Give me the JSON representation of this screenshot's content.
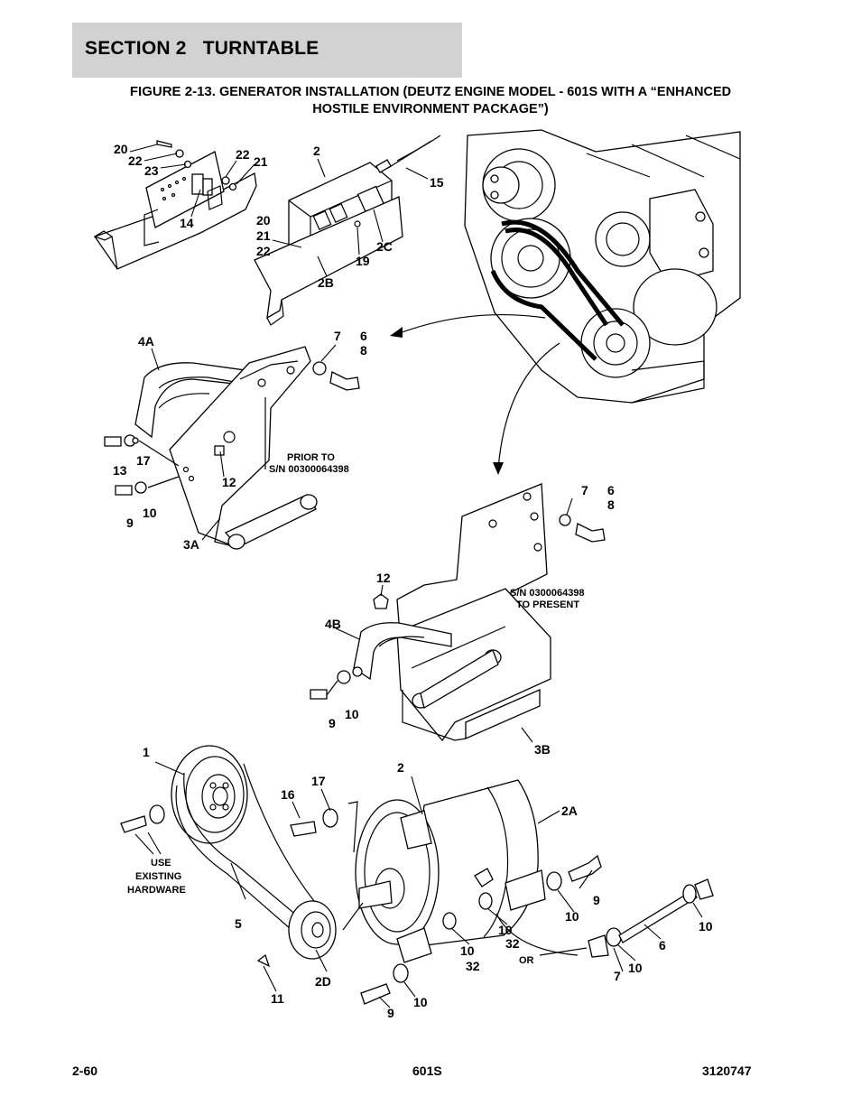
{
  "section": {
    "title": "SECTION 2   TURNTABLE"
  },
  "figure": {
    "number": "FIGURE 2-13.",
    "title_line1": "GENERATOR INSTALLATION (DEUTZ ENGINE MODEL - 601S WITH A “ENHANCED",
    "title_line2": "HOSTILE ENVIRONMENT PACKAGE”)"
  },
  "notes": {
    "prior_to_line1": "PRIOR TO",
    "prior_to_line2": "S/N 00300064398",
    "sn_present_line1": "S/N 0300064398",
    "sn_present_line2": "TO PRESENT",
    "use_existing_line1": "USE",
    "use_existing_line2": "EXISTING",
    "use_existing_line3": "HARDWARE",
    "or": "OR"
  },
  "callouts": {
    "c20a": "20",
    "c22a": "22",
    "c23": "23",
    "c22b": "22",
    "c21a": "21",
    "c14": "14",
    "c2a": "2",
    "c15": "15",
    "c20b": "20",
    "c21b": "21",
    "c22c": "22",
    "c2C": "2C",
    "c19": "19",
    "c2B": "2B",
    "c4A": "4A",
    "c7a": "7",
    "c6a": "6",
    "c8a": "8",
    "c13": "13",
    "c17a": "17",
    "c12a": "12",
    "c9a": "9",
    "c10a": "10",
    "c3A": "3A",
    "c7b": "7",
    "c6b": "6",
    "c8b": "8",
    "c12b": "12",
    "c4B": "4B",
    "c9b": "9",
    "c10b": "10",
    "c3B": "3B",
    "c1": "1",
    "c17b": "17",
    "c16": "16",
    "c2b": "2",
    "c2A": "2A",
    "c5": "5",
    "c2D": "2D",
    "c11": "11",
    "c9c": "9",
    "c10c": "10",
    "c10d": "10",
    "c32a": "32",
    "c10e": "10",
    "c32b": "32",
    "c9d": "9",
    "c10f": "10",
    "c10g": "10",
    "c6c": "6",
    "c7c": "7",
    "c10h": "10"
  },
  "footer": {
    "page": "2-60",
    "model": "601S",
    "doc_number": "3120747"
  }
}
